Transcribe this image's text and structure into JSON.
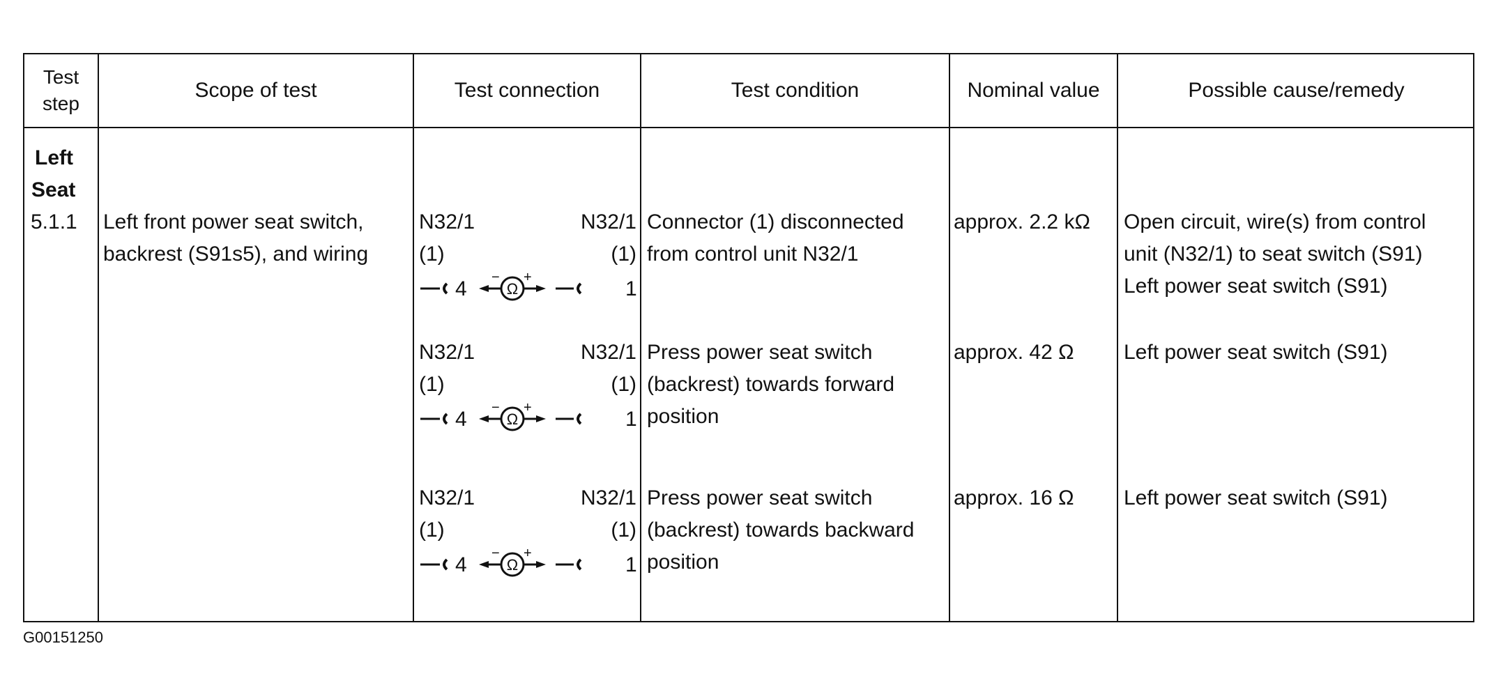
{
  "headers": {
    "test_step": "Test step",
    "scope": "Scope of test",
    "connection": "Test connection",
    "condition": "Test condition",
    "nominal": "Nominal value",
    "remedy": "Possible cause/remedy"
  },
  "section": {
    "line1": "Left",
    "line2": "Seat"
  },
  "step_number": "5.1.1",
  "scope_lines": [
    "Left front power seat switch,",
    "backrest (S91s5), and wiring"
  ],
  "rows": [
    {
      "connection": {
        "left_unit": "N32/1",
        "right_unit": "N32/1",
        "left_conn": "(1)",
        "right_conn": "(1)",
        "left_pin": "4",
        "right_pin": "1",
        "meter_symbol": "Ω"
      },
      "condition": [
        "Connector (1) disconnected",
        "from control unit N32/1"
      ],
      "nominal": "approx. 2.2 kΩ",
      "remedy": [
        "Open circuit, wire(s) from control",
        "unit (N32/1) to seat switch (S91)",
        "Left power seat switch (S91)"
      ]
    },
    {
      "connection": {
        "left_unit": "N32/1",
        "right_unit": "N32/1",
        "left_conn": "(1)",
        "right_conn": "(1)",
        "left_pin": "4",
        "right_pin": "1",
        "meter_symbol": "Ω"
      },
      "condition": [
        "Press power seat switch",
        "(backrest) towards forward",
        "position"
      ],
      "nominal": "approx. 42 Ω",
      "remedy": [
        "Left power seat switch (S91)"
      ]
    },
    {
      "connection": {
        "left_unit": "N32/1",
        "right_unit": "N32/1",
        "left_conn": "(1)",
        "right_conn": "(1)",
        "left_pin": "4",
        "right_pin": "1",
        "meter_symbol": "Ω"
      },
      "condition": [
        "Press power seat switch",
        "(backrest) towards backward",
        "position"
      ],
      "nominal": "approx. 16 Ω",
      "remedy": [
        "Left power seat switch (S91)"
      ]
    }
  ],
  "figure_id": "G00151250"
}
